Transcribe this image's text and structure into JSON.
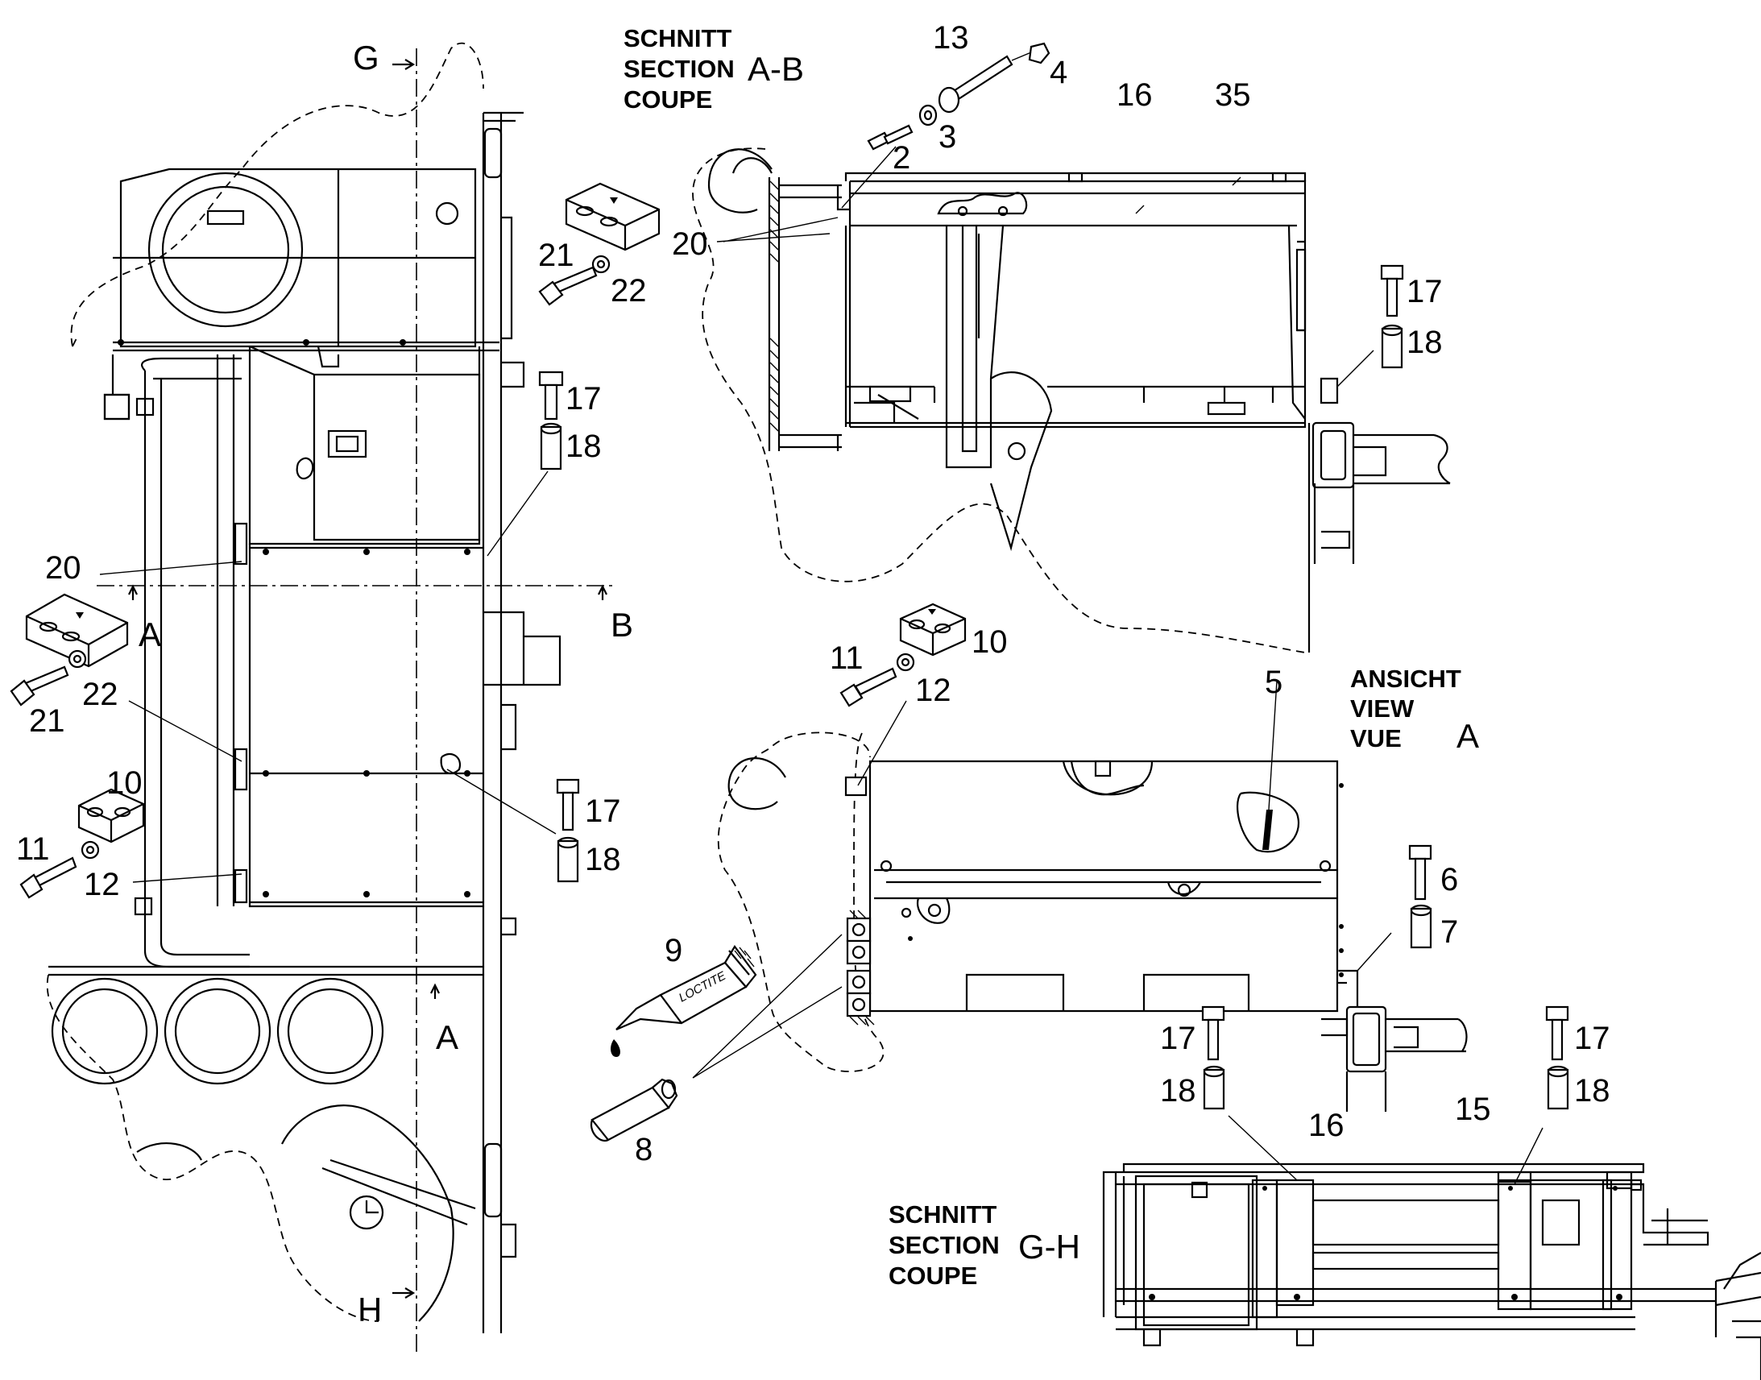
{
  "section_ab": {
    "line1": "SCHNITT",
    "line2": "SECTION",
    "line3": "COUPE",
    "label": "A-B"
  },
  "view_a": {
    "line1": "ANSICHT",
    "line2": "VIEW",
    "line3": "VUE",
    "label": "A"
  },
  "section_gh": {
    "line1": "SCHNITT",
    "line2": "SECTION",
    "line3": "COUPE",
    "label": "G-H"
  },
  "cut_marks": {
    "g": "G",
    "h": "H",
    "a_left": "A",
    "b_right": "B",
    "a_bottom": "A"
  },
  "tube_label": "LOCTITE",
  "callouts": {
    "p2": "2",
    "p3": "3",
    "p4": "4",
    "p5": "5",
    "p6": "6",
    "p7": "7",
    "p8": "8",
    "p9": "9",
    "p10a": "10",
    "p10b": "10",
    "p11a": "11",
    "p11b": "11",
    "p12a": "12",
    "p12b": "12",
    "p13": "13",
    "p15": "15",
    "p16a": "16",
    "p16b": "16",
    "p17a": "17",
    "p17b": "17",
    "p17c": "17",
    "p17d": "17",
    "p17e": "17",
    "p18a": "18",
    "p18b": "18",
    "p18c": "18",
    "p18d": "18",
    "p18e": "18",
    "p20a": "20",
    "p20b": "20",
    "p21a": "21",
    "p21b": "21",
    "p22a": "22",
    "p22b": "22",
    "p35": "35"
  }
}
